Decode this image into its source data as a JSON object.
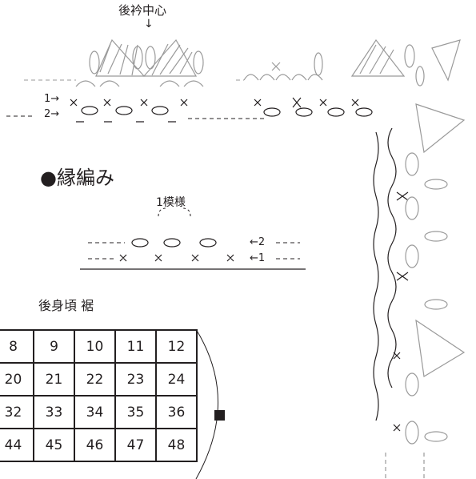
{
  "labels": {
    "back_collar_center": "後衿中心",
    "arrow_down": "↓",
    "row1_left": "1→",
    "row2_left": "2→",
    "section_title": "●縁編み",
    "pattern_repeat": "1模様",
    "row2_right": "←2",
    "row1_right": "←1",
    "chart_title": "後身頃 裾"
  },
  "grid": {
    "rows": [
      [
        "8",
        "9",
        "10",
        "11",
        "12"
      ],
      [
        "20",
        "21",
        "22",
        "23",
        "24"
      ],
      [
        "32",
        "33",
        "34",
        "35",
        "36"
      ],
      [
        "44",
        "45",
        "46",
        "47",
        "48"
      ]
    ]
  },
  "colors": {
    "ink": "#231f20",
    "stitch_gray": "#9a9a9a"
  }
}
